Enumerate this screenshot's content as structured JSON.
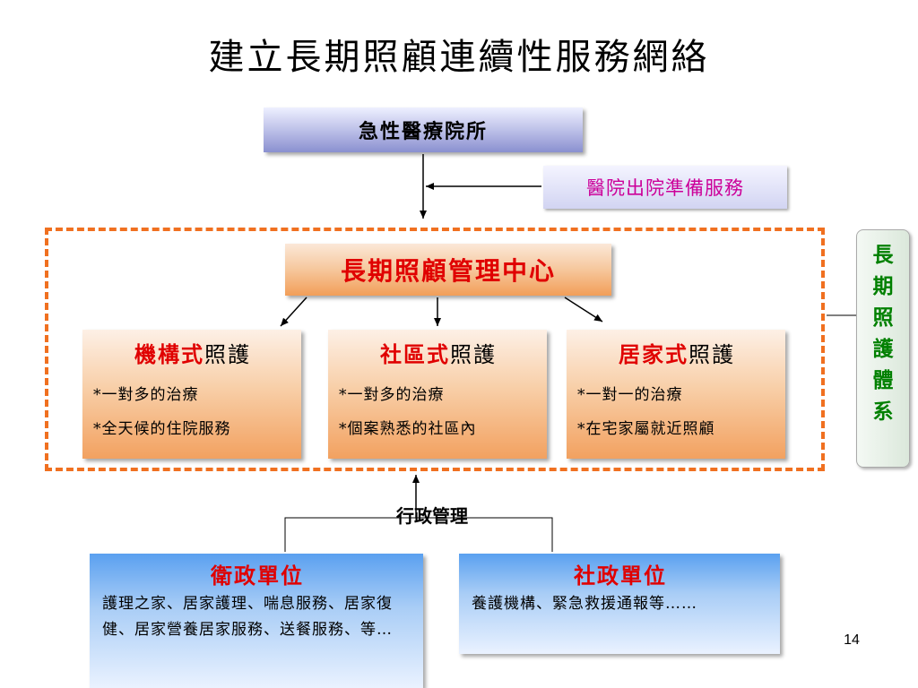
{
  "title": "建立長期照顧連續性服務網絡",
  "acute_hospital": "急性醫療院所",
  "discharge_service": "醫院出院準備服務",
  "center": "長期照顧管理中心",
  "care_types": [
    {
      "label_strong": "機構式",
      "label_rest": "照護",
      "lines": [
        "*一對多的治療",
        "*全天候的住院服務"
      ]
    },
    {
      "label_strong": "社區式",
      "label_rest": "照護",
      "lines": [
        "*一對多的治療",
        "*個案熟悉的社區內"
      ]
    },
    {
      "label_strong": "居家式",
      "label_rest": "照護",
      "lines": [
        "*一對一的治療",
        "*在宅家屬就近照顧"
      ]
    }
  ],
  "side_label": [
    "長",
    "期",
    "照",
    "護",
    "體",
    "系"
  ],
  "admin_label": "行政管理",
  "health_unit": {
    "title": "衛政單位",
    "text": "護理之家、居家護理、喘息服務、居家復健、居家營養居家服務、送餐服務、等…"
  },
  "social_unit": {
    "title": "社政單位",
    "text": "養護機構、緊急救援通報等……"
  },
  "page_number": "14",
  "colors": {
    "dash": "#f07020",
    "accent_red": "#e00000",
    "magenta": "#cc0099",
    "green": "#008000"
  }
}
